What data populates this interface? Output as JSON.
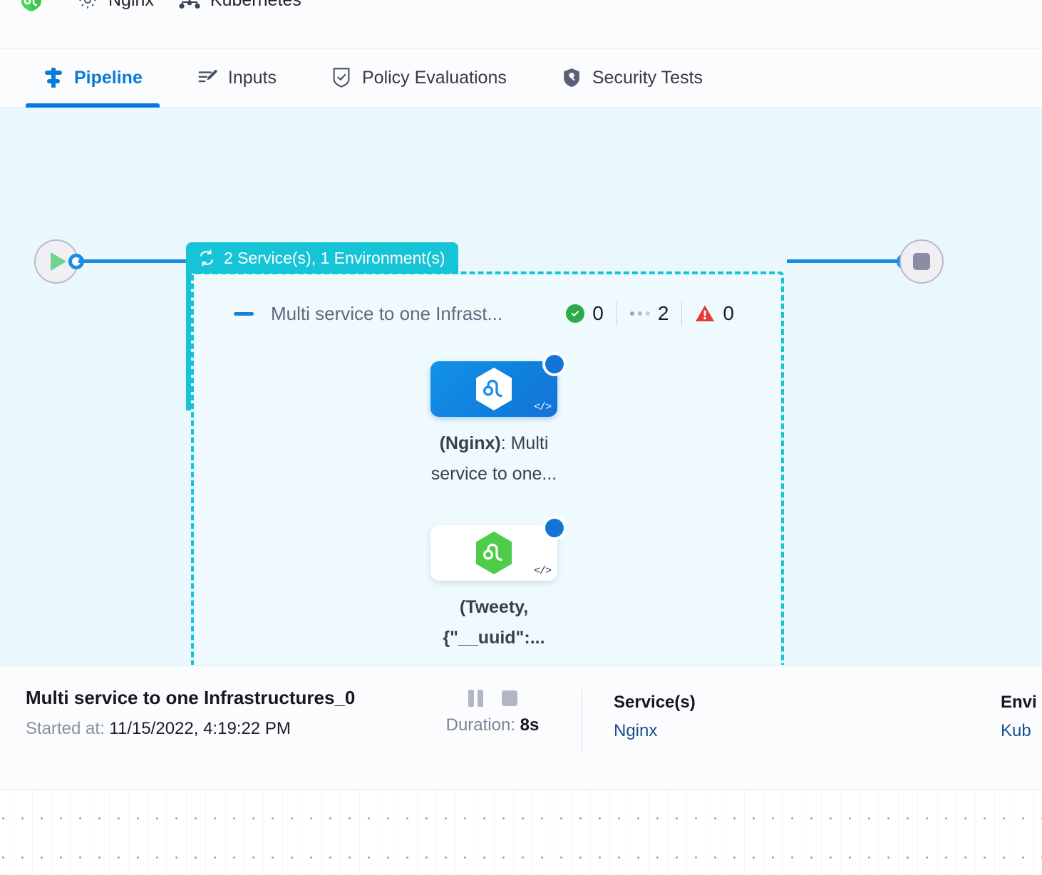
{
  "breadcrumbs": [
    {
      "icon": "harness-shield-icon",
      "label": ""
    },
    {
      "icon": "gear-icon",
      "label": "Nginx"
    },
    {
      "icon": "kubernetes-nodes-icon",
      "label": "Kubernetes"
    }
  ],
  "tabs": [
    {
      "id": "pipeline",
      "label": "Pipeline",
      "icon": "pipeline-icon",
      "active": true
    },
    {
      "id": "inputs",
      "label": "Inputs",
      "icon": "inputs-icon",
      "active": false
    },
    {
      "id": "policy",
      "label": "Policy Evaluations",
      "icon": "policy-shield-check-icon",
      "active": false
    },
    {
      "id": "security",
      "label": "Security Tests",
      "icon": "security-shield-icon",
      "active": false
    }
  ],
  "canvas": {
    "group": {
      "badge_icon": "loop-refresh-icon",
      "badge_label": "2 Service(s), 1 Environment(s)",
      "collapse_icon": "collapse-minus-icon",
      "title": "Multi service to one Infrast...",
      "status": [
        {
          "icon": "check-circle-icon",
          "value": "0"
        },
        {
          "icon": "dots-progress-icon",
          "value": "2"
        },
        {
          "icon": "warning-triangle-icon",
          "value": "0"
        }
      ]
    },
    "start_node": {
      "icon": "play-icon"
    },
    "end_node": {
      "icon": "stop-icon"
    },
    "steps": [
      {
        "id": "step-nginx",
        "logo": "harness-hexagon-logo-white",
        "badge": "running-spinner-icon",
        "code_badge": "code-icon",
        "label_bold": "(Nginx)",
        "label_rest": ": Multi service to one..."
      },
      {
        "id": "step-tweety",
        "logo": "harness-hexagon-logo-green",
        "badge": "running-spinner-icon",
        "code_badge": "code-icon",
        "label_bold": "(Tweety, {\"__uuid\":...",
        "label_rest": ""
      }
    ]
  },
  "detail": {
    "title": "Multi service to one Infrastructures_0",
    "started_label": "Started at:",
    "started_value": "11/15/2022, 4:19:22 PM",
    "pause_icon": "pause-icon",
    "stop_icon": "stop-icon",
    "duration_label": "Duration:",
    "duration_value": "8s",
    "services_heading": "Service(s)",
    "services_value": "Nginx",
    "environments_heading": "Envi",
    "environments_value": "Kub"
  },
  "colors": {
    "accent_blue": "#0b7ad6",
    "group_teal": "#15c4d6",
    "canvas_bg": "#eaf8fe",
    "success_green": "#2bab4a",
    "error_red": "#e53935",
    "link_blue": "#1b4f93"
  }
}
